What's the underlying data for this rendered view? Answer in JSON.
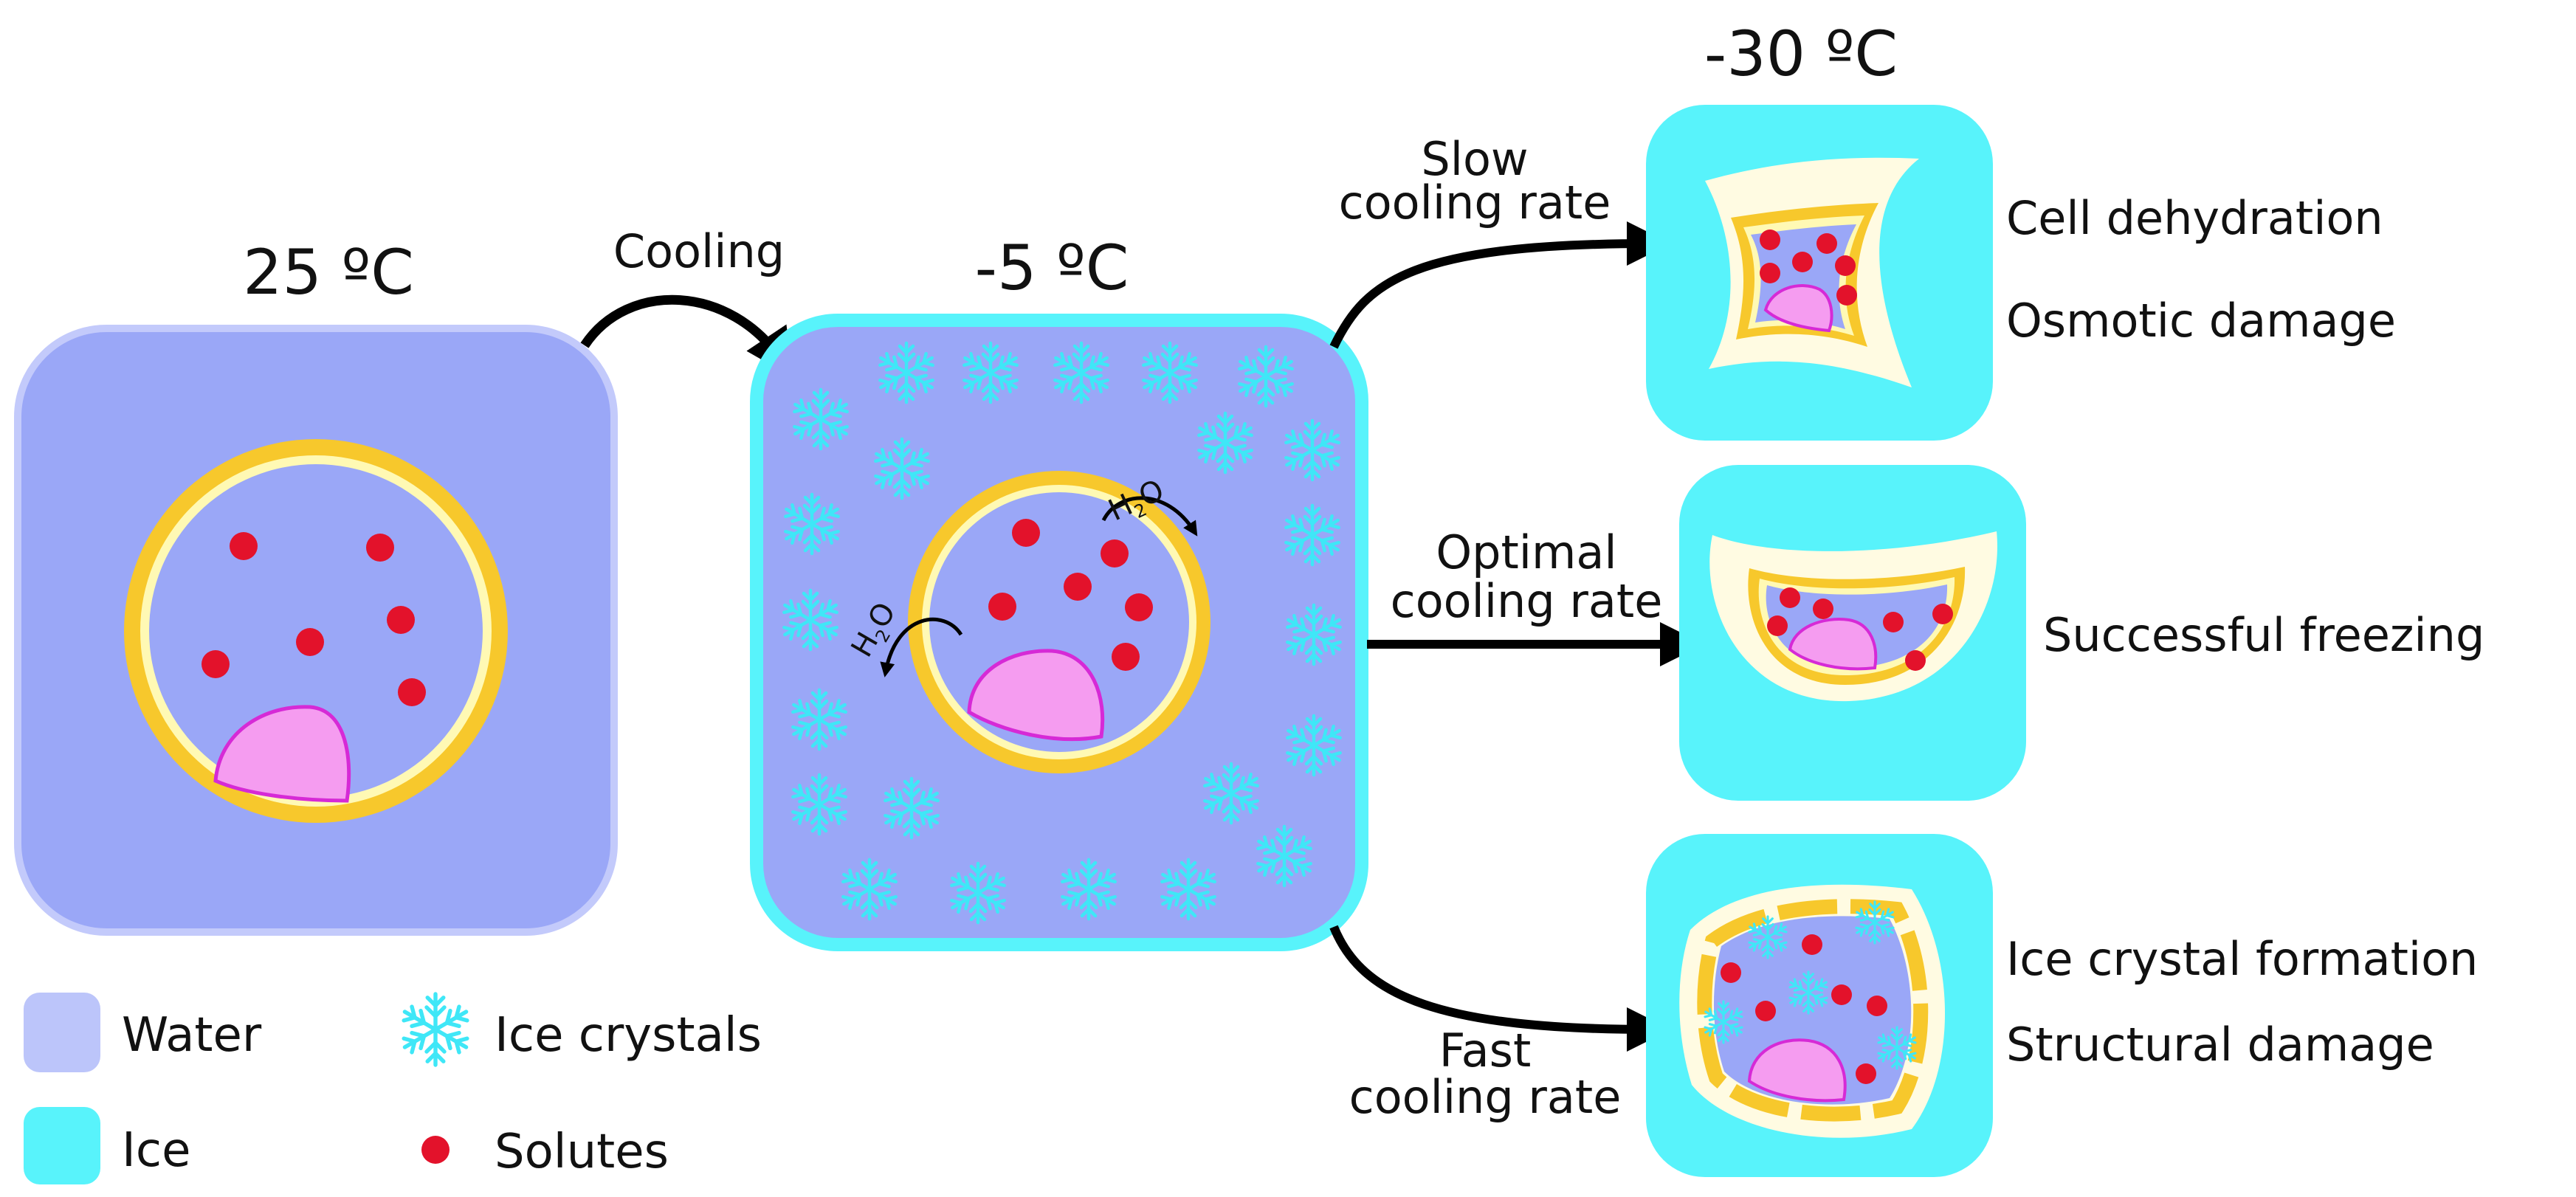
{
  "title": "",
  "colors": {
    "water": "#9aa7f7",
    "water_legend": "#bcc5fa",
    "ice": "#58f3fb",
    "membrane_outer": "#f7c82c",
    "membrane_inner": "#fff9b4",
    "nucleus": "#f59cf0",
    "nucleus_edge": "#d62ad6",
    "solute": "#e3122b",
    "crystal": "#3fe7f7",
    "halo": "#fffbe2",
    "arrow": "#000000"
  },
  "stages": {
    "room": {
      "temperature": "25 ºC"
    },
    "supercooled": {
      "temperature": "-5 ºC",
      "water_label_main": "H",
      "water_label_sub": "2",
      "water_label_end": "O"
    },
    "frozen": {
      "temperature": "-30 ºC"
    }
  },
  "transitions": {
    "cooling": "Cooling",
    "slow": {
      "line1": "Slow",
      "line2": "cooling rate"
    },
    "optimal": {
      "line1": "Optimal",
      "line2": "cooling rate"
    },
    "fast": {
      "line1": "Fast",
      "line2": "cooling rate"
    }
  },
  "outcomes": {
    "slow": [
      "Cell dehydration",
      "Osmotic damage"
    ],
    "optimal": [
      "Successful freezing"
    ],
    "fast": [
      "Ice crystal formation",
      "Structural damage"
    ]
  },
  "legend": {
    "water": "Water",
    "ice": "Ice",
    "crystals": "Ice crystals",
    "solutes": "Solutes",
    "icons": {
      "water": "water-swatch",
      "ice": "ice-swatch",
      "crystals": "snowflake-icon",
      "solutes": "solute-dot"
    }
  }
}
